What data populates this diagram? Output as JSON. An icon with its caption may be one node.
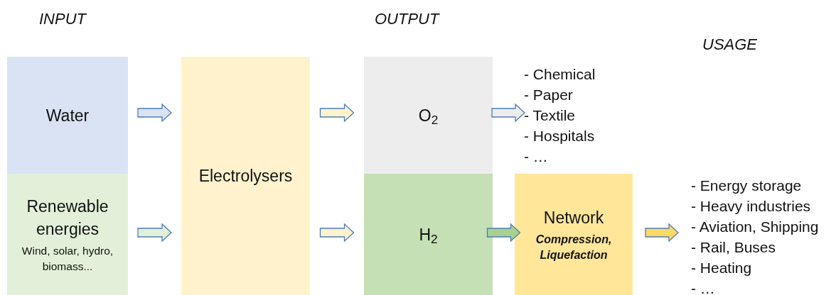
{
  "diagram": {
    "nodes": [
      {
        "text": [
          "Water"
        ]
      },
      {
        "text": [
          "Renewable energies",
          "Wind, solar, hydro, biomass..."
        ]
      },
      {
        "text": [
          "Electrolysers"
        ]
      },
      {
        "text": [
          "O$_{2}$"
        ]
      },
      {
        "text": [
          "H$_{2}$"
        ]
      },
      {
        "text": [
          "- Chemical",
          "- Paper",
          "- Textile",
          "- Hospitals",
          "- …"
        ]
      },
      {
        "text": [
          "Network",
          "Compression, Liquefaction"
        ]
      },
      {
        "text": [
          "- Energy storage",
          "- Heavy industries",
          "- Aviation, Shipping",
          "- Rail, Buses",
          "- Heating",
          "- …"
        ]
      }
    ],
    "edges": [
      {
        "from": 0,
        "to": 2,
        "arrow": "to"
      },
      {
        "from": 1,
        "to": 2,
        "arrow": "to"
      },
      {
        "from": 2,
        "to": 3,
        "arrow": "to"
      },
      {
        "from": 2,
        "to": 4,
        "arrow": "to"
      },
      {
        "from": 3,
        "to": 5,
        "arrow": "to"
      },
      {
        "from": 4,
        "to": 6,
        "arrow": "to"
      },
      {
        "from": 6,
        "to": 7,
        "arrow": "to"
      }
    ],
    "labels": [
      "INPUT",
      "OUTPUT",
      "USAGE"
    ]
  }
}
